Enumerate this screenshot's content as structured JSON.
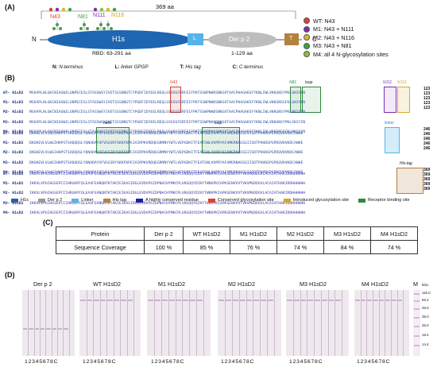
{
  "panels": {
    "a": "(A)",
    "b": "(B)",
    "c": "(C)",
    "d": "(D)"
  },
  "panelA": {
    "length_label": "369 aa",
    "n_label": "N",
    "c_label": "C",
    "h1s": "H1s",
    "linker": "L",
    "derp2": "Der p 2",
    "tag": "T",
    "rbd": "RBD: 63-291 aa",
    "derp2_range": "1-129 aa",
    "sites": [
      "N43",
      "N81",
      "N111",
      "N116"
    ],
    "site_colors": [
      "#e0402a",
      "#3aa545",
      "#7b2fb0",
      "#e3b820"
    ],
    "legend": [
      {
        "label": "WT: N43",
        "color": "#e0402a"
      },
      {
        "label": "M1: N43 + N111",
        "color": "#7b2fb0"
      },
      {
        "label": "M2: N43 + N116",
        "color": "#e3b820"
      },
      {
        "label": "M3: N43 + N81",
        "color": "#3aa545"
      },
      {
        "label": "M4: all 4 N-glycosylation sites",
        "color": "#8fbf3a"
      }
    ],
    "key": [
      {
        "k": "N:",
        "v": "N-terminus"
      },
      {
        "k": "L:",
        "v": "linker GPGP"
      },
      {
        "k": "T:",
        "v": "His tag"
      },
      {
        "k": "C:",
        "v": "C-terminus"
      }
    ]
  },
  "panelB": {
    "names": [
      "WT- H1sD2",
      "M1- H1sD2",
      "M2- H1sD2",
      "M3- H1sD2",
      "M4- H1sD2"
    ],
    "block1": [
      "MGVAPLHLGKCNIAGWILGNPECESLSTASSWSYIVETSSSDNGTCYPGDFIDYEELREQLSSVSSFERFEIFPKTSSWPNHDSNKGVTAACPHAGAKSFYKNLIWLVKKGNSYPKLSKSYIN",
      "MGVAPLHLGKCNIAGWILGNPECESLSTASSWSYIVETSSSDNGTCYPGDFIDYEELREQLSSVSSFERFEIFPKTSSWPNHDSNKGVTAACPHAGAKSFYKNLIWLVKKGNSSFKLSKSYIN",
      "MGVAPLHLGKCNIAGWILGNPECESLSTASSWSYIVETSSSDNGTCYPGDFIDYEELREQLSSVSSFERFEIFPKTSSWPNHDSNKGVTAACPHAGAKSFYKNLIWLVKKGNSYPKLNKSYIN",
      "MGVAPLHLGKCNIAGWILGNPECESLSTASSWSYIVETSSSDNGTCYPGDFIDYEELREQLSSVSSFERFEIFPKTSSWPNHSSNKGVTAACPHAGAKSFYKNLIWLVKKGNSYPKLSKSYIN",
      "MGVAPLHLGKCNIAGWILGNPECESLSTASSWSYIVETSSSDNGTCYPGDFIDYEELREQLSSVSSFERFEIFPKTSSWPNHSSNKGVTAACPHAGAKSFYKNLIWLVKKGNSSFKLNKSYIN"
    ],
    "block2": [
      "DKGKEVLVLWGIHHPSTSADQQSLYQNADAYVFVGSSRYSKKFKPEIAIRPKVRDQEGRMNYYWTLVEPGDKITFEATGNLVVPRYAFAMERNAGSGIISDTPVHDGPGPDQVDVKDCANHE",
      "DKGKEVLVLWGIHHPSTSADQQSLYQNADAYVFVGSSRYSKKFKPEIAIRPKVRDQEGRMNYYWTLVEPGDKITFEATGNLVVPRYAFAMERNAGSGIISDTPVHDGPGPDQVDVKDCANHE",
      "DKGKEVLVLWGIHHPSTSADQQSLYQNADAYVFVGSSRYSKKFKPEIAIRPKVRDQEGRMNYYWTLVEPGDKITFEATGNLVVPRYAFAMERNAGSGIISDTPVHDGPGPDQVDVKDCANHE",
      "DKGKEVLVLWGIHHPSTSADQQSLYQNADAYVFVGSSRYSKKFKPEIAIRPKVRDQEGRMNYYWTLVEPGDKITFEATGNLVVPRYAFAMERNAGSGIISDTPVHDGPGPDQVDVKDCANHE",
      "DKGKEVLVLWGIHHPSTSADQQSLYQNADAYVFVGSSRYSKKFKPEIAIRPKVRDQEGRMNYYWTLVEPGDKITFEATGNLVVPRYAFAMERNAGSGIISDTPVHDGPGPDQVDVKDCANHE"
    ],
    "block3": [
      "IKKVLVPGCHGSEPCIIHRGKPFQLEAVFEANQNTKTAKIEIKASIDGLEVDVPGIDPNACHYMKCPLVKGQQYDIKYTWNVPKIAPKSENVVVTVKVMGDDGVLACAIATHAKIRDHHHHHH",
      "IKKVLVPGCHGSEPCIIHRGKPFQLEAVFEANQNTKTAKIEIKASIDGLEVDVPGIDPNACHYMKCPLVKGQQYDIKYTWNVPKIAPKSENVVVTVKVMGDDGVLACAIATHAKIRDHHHHHH",
      "IKKVLVPGCHGSEPCIIHRGKPFQLEAVFEANQNTKTAKIEIKASIDGLEVDVPGIDPNACHYMKCPLVKGQQYDIKYTWNVPKIAPKSENVVVTVKVMGDDGVLACAIATHAKIRDHHHHHH",
      "IKKVLVPGCHGSEPCIIHRGKPFQLEAVFEANQNTKTAKIEIKASIDGLEVDVPGIDPNACHYMKCPLVKGQQYDIKYTWNVPKIAPKSENVVVTVKVMGDDGVLACAIATHAKIRDHHHHHH",
      "IKKVLVPGCHGSEPCIIHRGKPFQLEAVFEANQNTKTAKIEIKASIDGLEVDVPGIDPNACHYMKCPLVKGQQYDIKYTWNVPKIAPKSENVVVTVKVMGDDGVLACAIATHAKIRDHHHHHH"
    ],
    "nums": [
      "123",
      "246",
      "369"
    ],
    "features": {
      "n43": "N43",
      "n81": "N81",
      "loop": "loop",
      "n111": "N111",
      "n116": "N116",
      "helix": "helix",
      "loop2": "loop",
      "linker": "linker",
      "histag": "His-tag"
    },
    "legend": [
      {
        "label": "H1s",
        "color": "#2d5fa8"
      },
      {
        "label": "Der p 2",
        "color": "#9a9a9a"
      },
      {
        "label": "Linker",
        "color": "#56b4e9"
      },
      {
        "label": "His tag",
        "color": "#b5813f"
      },
      {
        "label": "A highly conserved residue",
        "color": "#1f1fa8"
      },
      {
        "label": "Conserved glycosylation site",
        "color": "#e0402a"
      },
      {
        "label": "Introduced glycosylation site",
        "color": "#d9a62a"
      },
      {
        "label": "Receptor binding site",
        "color": "#2c8a3a"
      }
    ]
  },
  "panelC": {
    "headers": [
      "Protein",
      "Der p 2",
      "WT H1sD2",
      "M1 H1sD2",
      "M2 H1sD2",
      "M3 H1sD2",
      "M4 H1sD2"
    ],
    "row": [
      "Sequence Coverage",
      "100 %",
      "85 %",
      "76 %",
      "74 %",
      "84 %",
      "74 %"
    ]
  },
  "panelD": {
    "titles": [
      "Der p 2",
      "WT H1sD2",
      "M1 H1sD2",
      "M2 H1sD2",
      "M3 H1sD2",
      "M4 H1sD2"
    ],
    "lanes": "12345678C",
    "m_label": "M",
    "kda_label": "kDa",
    "markers": [
      "116.0",
      "66.2",
      "45.0",
      "35.0",
      "25.0",
      "18.4",
      "14.4"
    ]
  }
}
